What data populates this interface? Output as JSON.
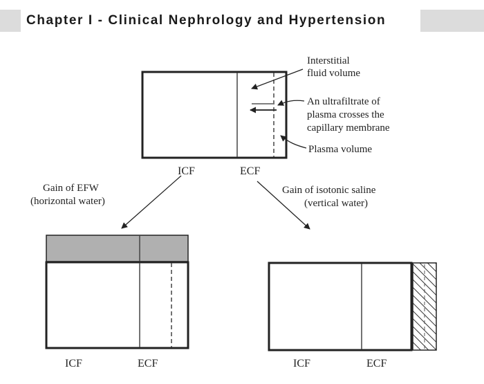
{
  "header": {
    "chapter_title": "Chapter I  -  Clinical Nephrology and Hypertension",
    "bar_color": "#dcdcdc"
  },
  "diagram": {
    "top_box": {
      "annotations": {
        "interstitial": [
          "Interstitial",
          "fluid volume"
        ],
        "ultrafiltrate": [
          "An ultrafiltrate of",
          "plasma crosses the",
          "capillary membrane"
        ],
        "plasma": "Plasma volume"
      },
      "label_icf": "ICF",
      "label_ecf": "ECF"
    },
    "left_branch": {
      "caption": [
        "Gain of EFW",
        "(horizontal water)"
      ],
      "label_icf": "ICF",
      "label_ecf": "ECF",
      "added_water_color": "#b0b0b0"
    },
    "right_branch": {
      "caption": [
        "Gain of isotonic saline",
        "(vertical water)"
      ],
      "label_icf": "ICF",
      "label_ecf": "ECF"
    }
  }
}
